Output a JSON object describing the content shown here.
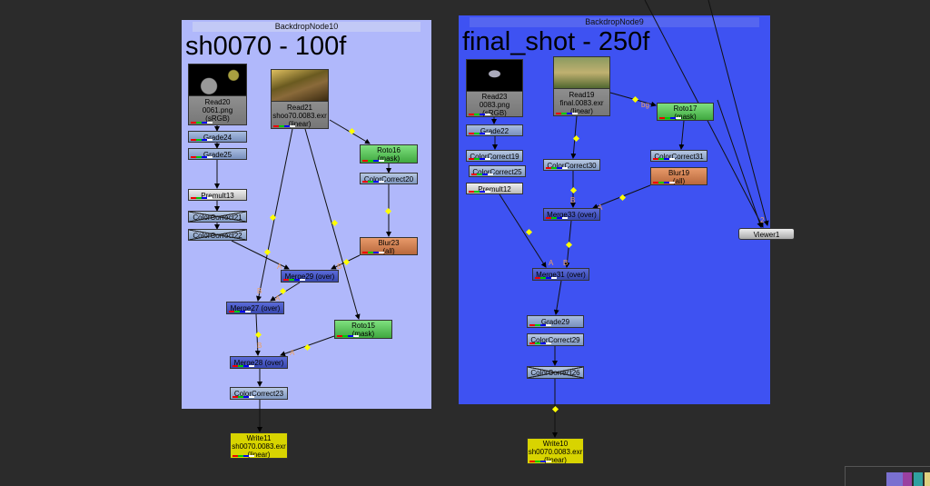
{
  "backdrops": [
    {
      "title": "BackdropNode10",
      "label": "sh0070 - 100f",
      "color": "#b0b8fb"
    },
    {
      "title": "BackdropNode9",
      "label": "final_shot - 250f",
      "color": "#3e52f2"
    }
  ],
  "nodes": {
    "read20": {
      "name": "Read20",
      "l2": "0061.png",
      "l3": "(sRGB)"
    },
    "grade24": {
      "name": "Grade24"
    },
    "grade25": {
      "name": "Grade25"
    },
    "premult13": {
      "name": "Premult13"
    },
    "cc21": {
      "name": "ColorCorrect21"
    },
    "cc22": {
      "name": "ColorCorrect22"
    },
    "read21": {
      "name": "Read21",
      "l2": "shoo70.0083.exr",
      "l3": "(linear)"
    },
    "roto16": {
      "name": "Roto16",
      "l2": "(mask)"
    },
    "cc20": {
      "name": "ColorCorrect20"
    },
    "blur23": {
      "name": "Blur23",
      "l2": "(all)"
    },
    "merge29": {
      "name": "Merge29 (over)"
    },
    "merge27": {
      "name": "Merge27 (over)"
    },
    "roto15": {
      "name": "Roto15",
      "l2": "(mask)"
    },
    "merge28": {
      "name": "Merge28 (over)"
    },
    "cc23": {
      "name": "ColorCorrect23"
    },
    "write11": {
      "name": "Write11",
      "l2": "sh0070.0083.exr",
      "l3": "(linear)"
    },
    "read23": {
      "name": "Read23",
      "l2": "0083.png",
      "l3": "(sRGB)"
    },
    "grade22": {
      "name": "Grade22"
    },
    "cc19": {
      "name": "ColorCorrect19"
    },
    "cc25": {
      "name": "ColorCorrect25"
    },
    "premult12": {
      "name": "Premult12"
    },
    "read19": {
      "name": "Read19",
      "l2": "final.0083.exr",
      "l3": "(linear)"
    },
    "roto17": {
      "name": "Roto17",
      "l2": "(mask)"
    },
    "cc31": {
      "name": "ColorCorrect31"
    },
    "blur19": {
      "name": "Blur19",
      "l2": "(all)"
    },
    "cc30": {
      "name": "ColorCorrect30"
    },
    "merge33": {
      "name": "Merge33 (over)"
    },
    "merge31": {
      "name": "Merge31 (over)"
    },
    "grade29": {
      "name": "Grade29"
    },
    "cc29": {
      "name": "ColorCorrect29"
    },
    "cc26": {
      "name": "ColorCorrect26"
    },
    "write10": {
      "name": "Write10",
      "l2": "sh0070.0083.exr",
      "l3": "(linear)"
    },
    "viewer1": {
      "name": "Viewer1"
    }
  },
  "pins": {
    "a": "A",
    "b": "B",
    "bg": "bg",
    "viewer_input": "2"
  }
}
